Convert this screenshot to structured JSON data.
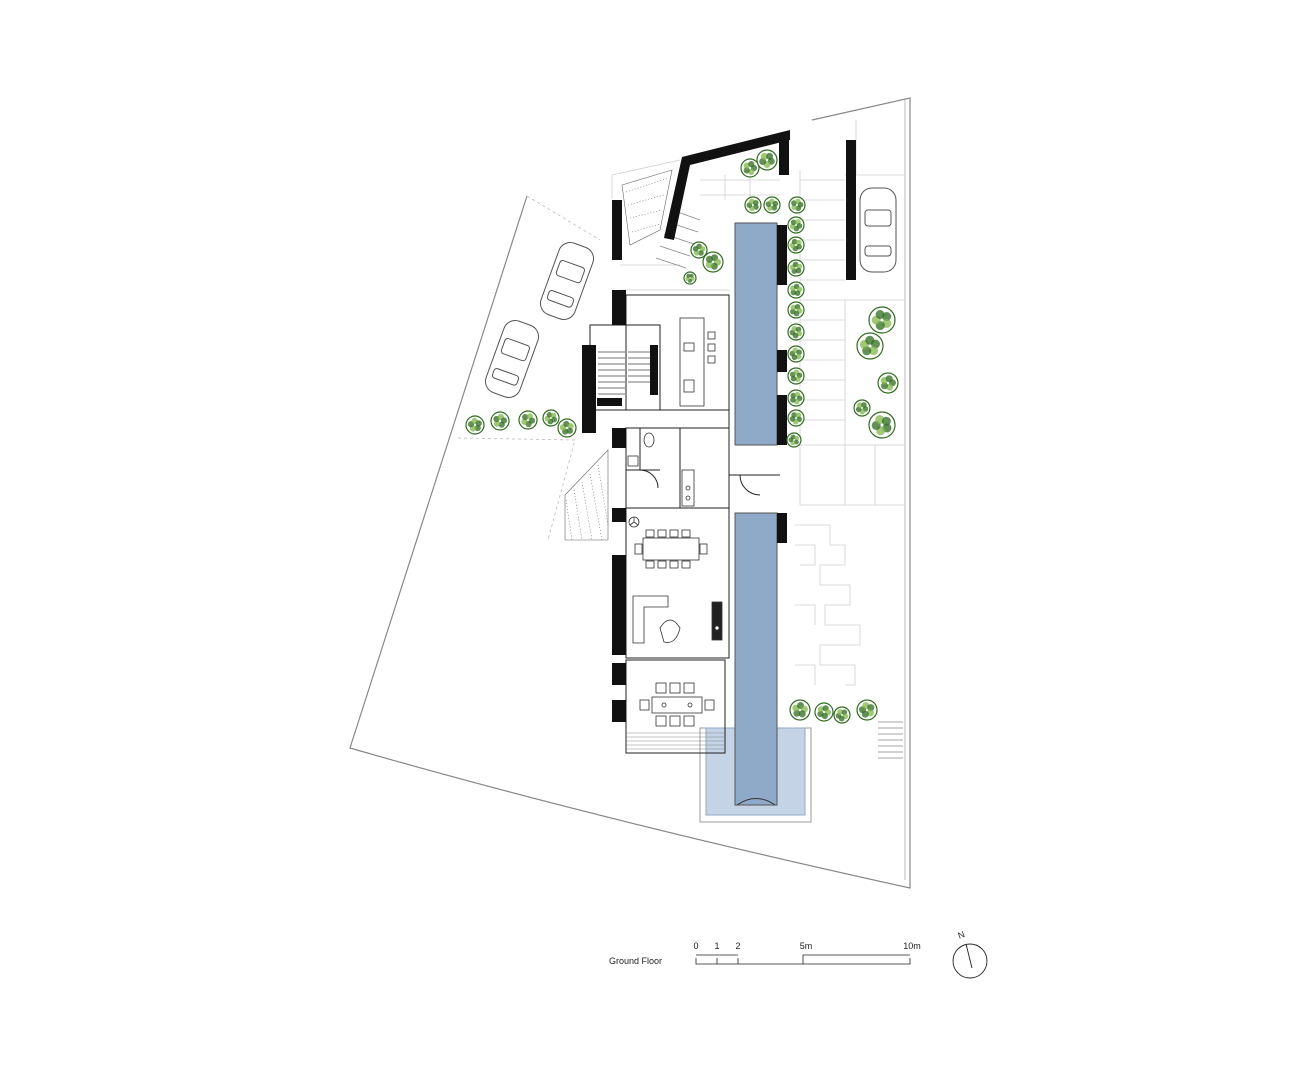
{
  "drawing": {
    "title": "Ground Floor"
  },
  "scale_bar": {
    "labels": [
      "0",
      "1",
      "2",
      "5m",
      "10m"
    ],
    "values_m": [
      0,
      1,
      2,
      5,
      10
    ]
  },
  "north_arrow": {
    "label": "N"
  },
  "colors": {
    "line": "#9a9a9a",
    "wall": "#111111",
    "pool": "#8fa9c8",
    "pool_surround": "#c4d3e6",
    "tree_dark": "#2f6b1f",
    "tree_light": "#7fb64a"
  }
}
